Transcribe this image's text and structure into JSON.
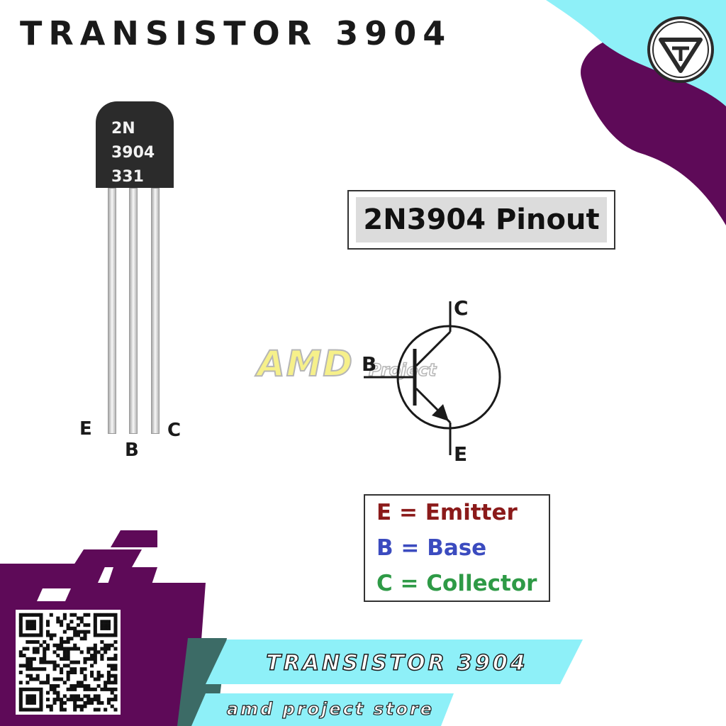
{
  "title": "TRANSISTOR 3904",
  "component": {
    "marking_lines": [
      "2N",
      "3904",
      "331"
    ],
    "leg_labels": {
      "emitter": "E",
      "base": "B",
      "collector": "C"
    }
  },
  "pinout": {
    "title": "2N3904 Pinout",
    "symbol_labels": {
      "collector": "C",
      "base": "B",
      "emitter": "E"
    }
  },
  "legend": {
    "emitter": {
      "text": "E = Emitter",
      "color": "#8b1a1a"
    },
    "base": {
      "text": "B = Base",
      "color": "#3b4bbf"
    },
    "collector": {
      "text": "C = Collector",
      "color": "#2e9a46"
    }
  },
  "watermark": {
    "main": "AMD",
    "sub": "Project"
  },
  "banners": {
    "product": "TRANSISTOR 3904",
    "store": "amd project store"
  },
  "colors": {
    "purple": "#5e0a58",
    "cyan": "#8ef0f8",
    "teal": "#3c6b66",
    "yellow": "#f6f08a"
  },
  "icons": [
    "brand-logo-icon",
    "qr-code"
  ]
}
